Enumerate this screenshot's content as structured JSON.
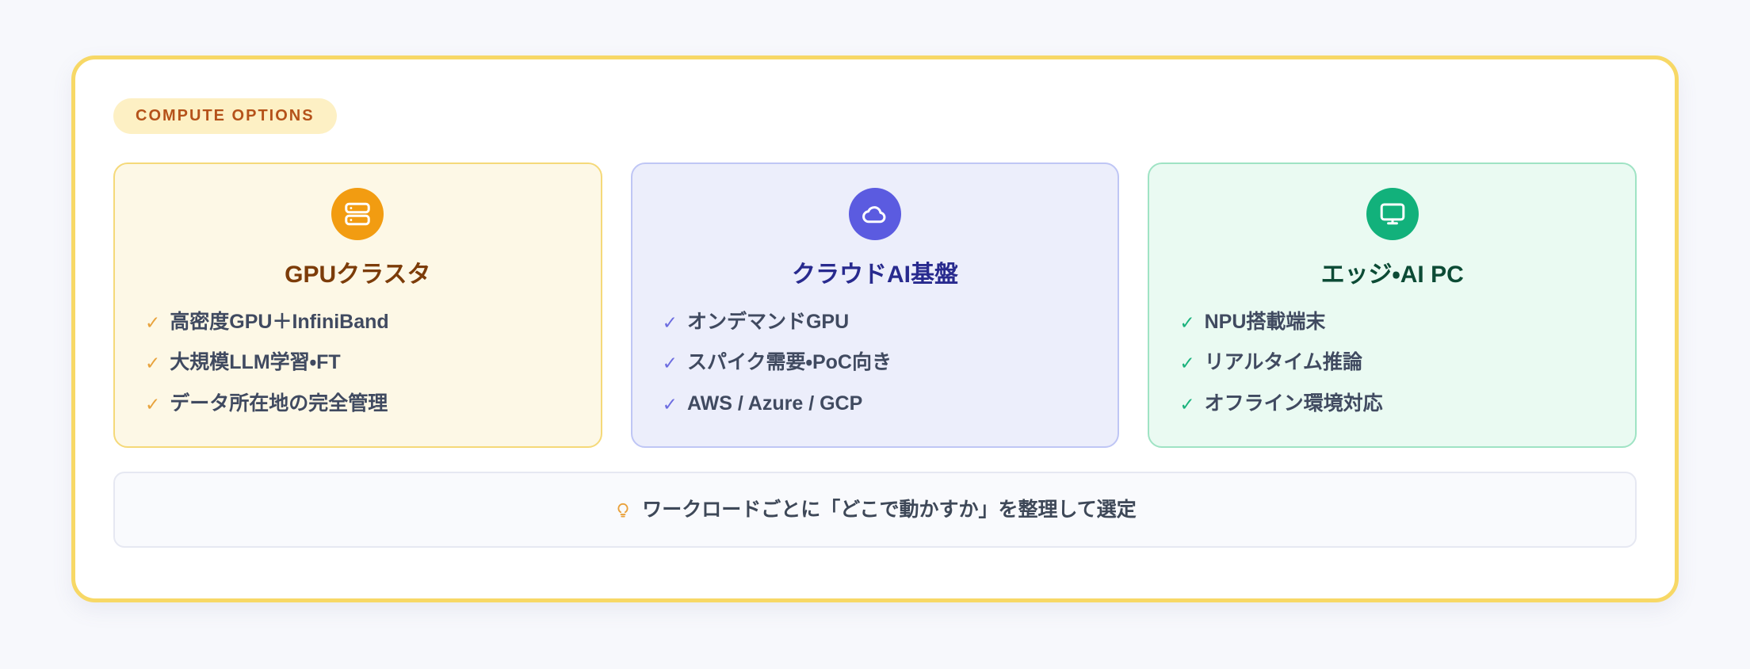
{
  "page": {
    "background_color": "#f7f8fc",
    "panel_border_color": "#f7d866",
    "panel_background": "#ffffff"
  },
  "badge": {
    "label": "COMPUTE OPTIONS",
    "background_color": "#fdf0c4",
    "text_color": "#b5521a"
  },
  "cards": [
    {
      "id": "gpu-cluster",
      "icon": "server-icon",
      "icon_color": "#f29c11",
      "title": "GPUクラスタ",
      "title_color": "#7c3c09",
      "background_color": "#fdf8e6",
      "border_color": "#f5d979",
      "check_color": "#e8a33d",
      "check_glyph": "✓",
      "features": [
        "高密度GPU＋InfiniBand",
        "大規模LLM学習・FT",
        "データ所在地の完全管理"
      ]
    },
    {
      "id": "cloud-ai",
      "icon": "cloud-icon",
      "icon_color": "#5b5be0",
      "title": "クラウドAI基盤",
      "title_color": "#282a8e",
      "background_color": "#eceefb",
      "border_color": "#bfc6f5",
      "check_color": "#6c6ce0",
      "check_glyph": "✓",
      "features": [
        "オンデマンドGPU",
        "スパイク需要・PoC向き",
        "AWS / Azure / GCP"
      ]
    },
    {
      "id": "edge-ai-pc",
      "icon": "monitor-icon",
      "icon_color": "#12b17b",
      "title": "エッジ・AI PC",
      "title_color": "#0c4b35",
      "background_color": "#eafaf2",
      "border_color": "#9fe3c4",
      "check_color": "#19b27c",
      "check_glyph": "✓",
      "features": [
        "NPU搭載端末",
        "リアルタイム推論",
        "オフライン環境対応"
      ]
    }
  ],
  "note": {
    "icon": "lightbulb-icon",
    "icon_color": "#e9a13b",
    "text": "ワークロードごとに「どこで動かすか」を整理して選定",
    "background_color": "#f9fafd",
    "border_color": "#e6e8f2"
  }
}
